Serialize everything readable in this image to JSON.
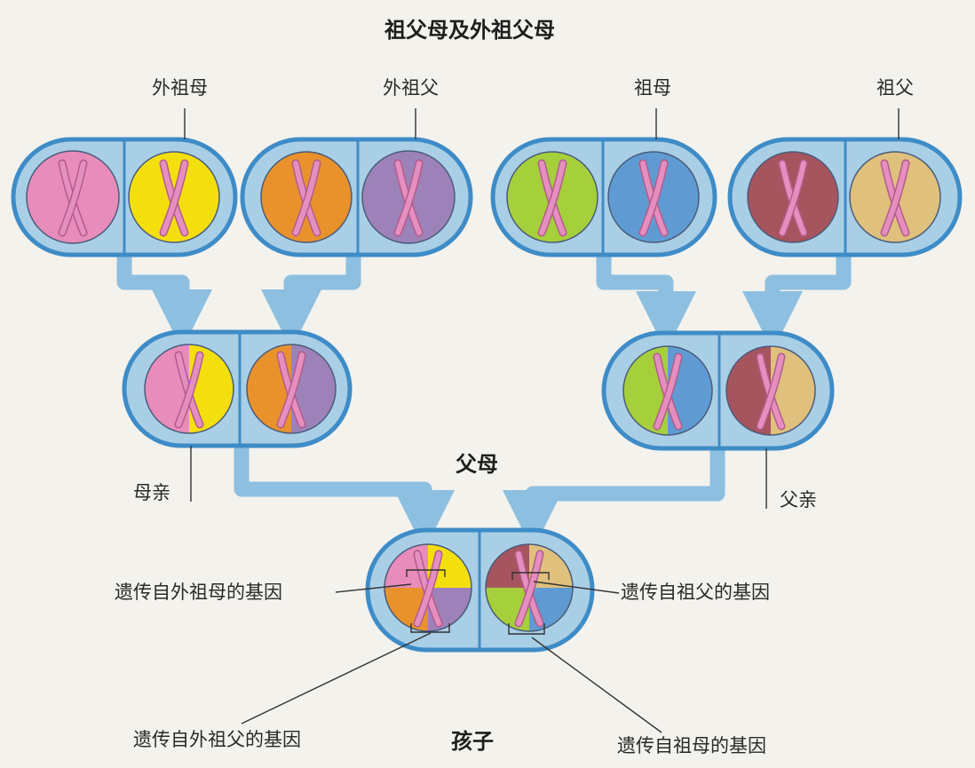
{
  "title": "祖父母及外祖父母",
  "grandparents": {
    "maternal_grandmother": "外祖母",
    "maternal_grandfather": "外祖父",
    "paternal_grandmother": "祖母",
    "paternal_grandfather": "祖父"
  },
  "parents_heading": "父母",
  "mother": "母亲",
  "father": "父亲",
  "child_heading": "孩子",
  "gene_labels": {
    "from_maternal_grandmother": "遗传自外祖母的基因",
    "from_paternal_grandfather": "遗传自祖父的基因",
    "from_maternal_grandfather": "遗传自外祖父的基因",
    "from_paternal_grandmother": "遗传自祖母的基因"
  },
  "colors": {
    "background": "#f3f2ed",
    "cell_fill": "#a9cfe6",
    "cell_border": "#3e8cc7",
    "arrow": "#8dbfe0",
    "chromosome": "#e58ec0",
    "maternal_grandmother": "#e88cbb",
    "maternal_grandfather_left": "#f4df0e",
    "paternal_grandmother_left": "#e9922c",
    "paternal_grandmother_right": "#9c82b8",
    "grandmother_left": "#a6cf3c",
    "grandmother_right": "#5f9bd2",
    "grandfather_left": "#a6545e",
    "grandfather_right": "#dfc07c"
  }
}
